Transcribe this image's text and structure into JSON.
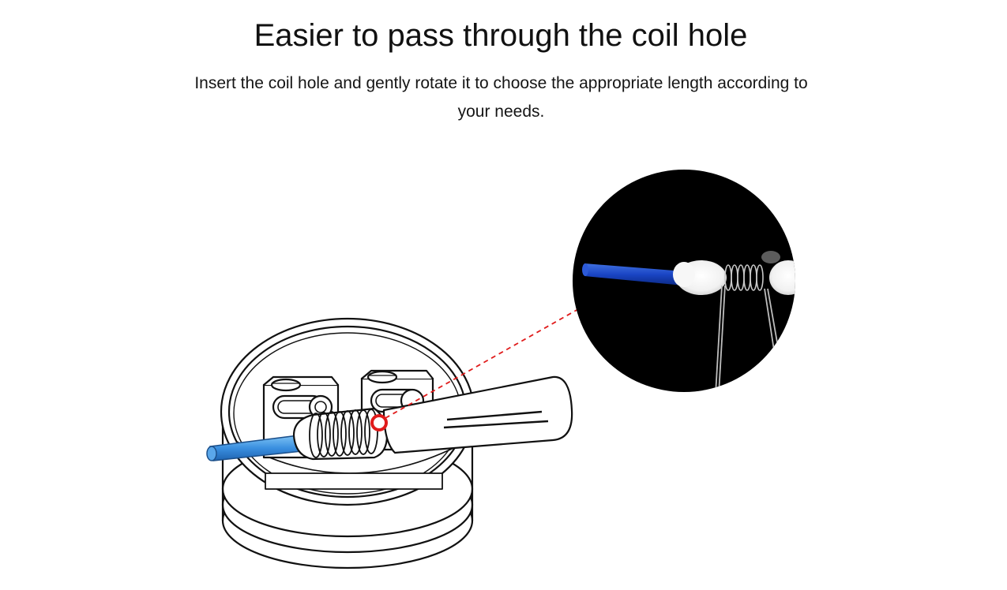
{
  "heading": "Easier to pass through the coil hole",
  "description": "Insert the coil hole and gently rotate it to choose the appropriate length according to your needs.",
  "colors": {
    "background": "#ffffff",
    "line_art": "#111111",
    "callout_dash": "#e01b1b",
    "highlight_ring": "#e01b1b",
    "tool_blue": "#2f7fd0",
    "zoom_background": "#000000",
    "cotton": "#f5f5f5"
  },
  "icons": {
    "illustration": "coil-tool-on-rda-deck",
    "zoom": "magnified-coil-with-cotton"
  }
}
